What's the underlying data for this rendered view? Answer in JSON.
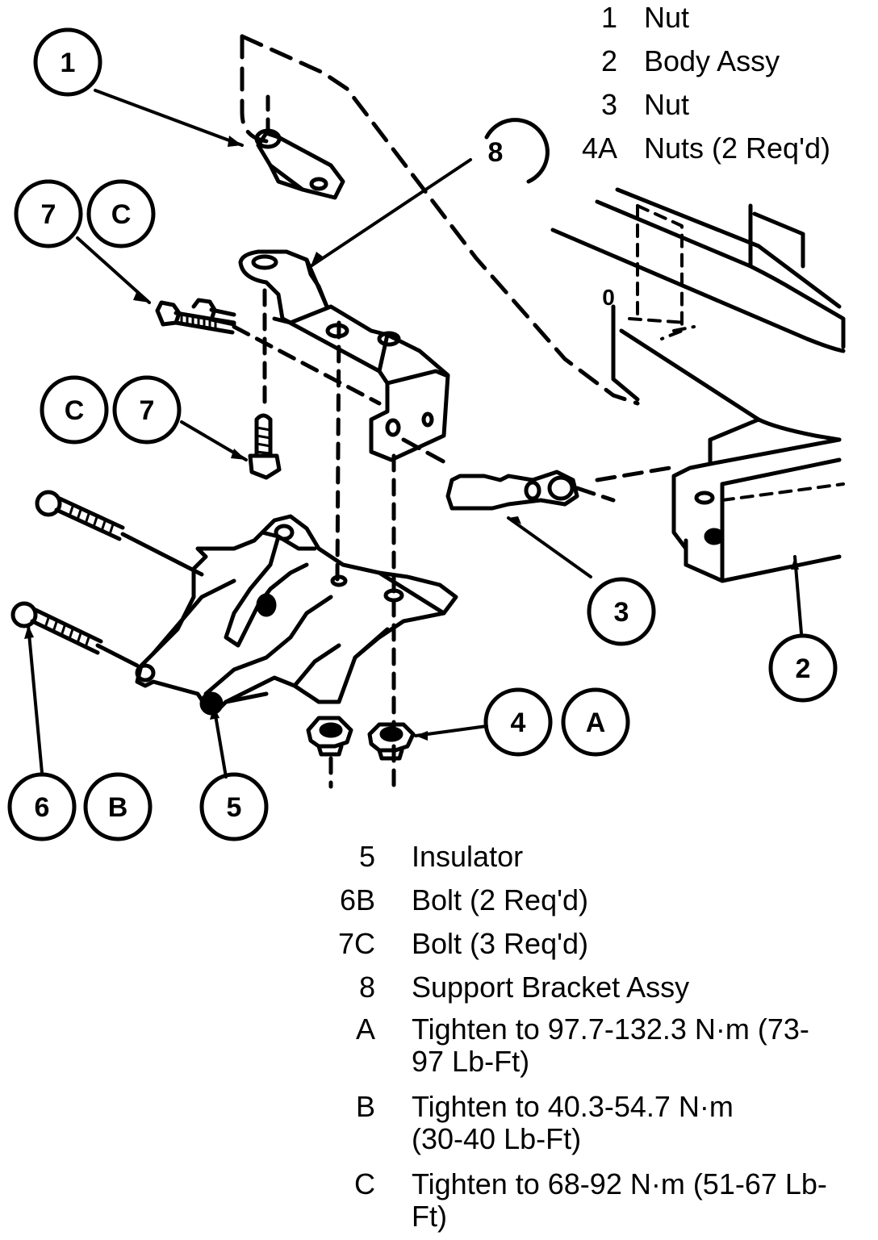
{
  "callouts": {
    "c1": "1",
    "c2": "2",
    "c3": "3",
    "c4": "4",
    "cA": "A",
    "c5": "5",
    "c6": "6",
    "cB": "B",
    "c7a": "7",
    "cCa": "C",
    "c7b": "7",
    "cCb": "C",
    "c8": "8",
    "part_mark": "0"
  },
  "legend_top": [
    {
      "key": "1",
      "desc": "Nut"
    },
    {
      "key": "2",
      "desc": "Body Assy"
    },
    {
      "key": "3",
      "desc": "Nut"
    },
    {
      "key": "4A",
      "desc": "Nuts (2 Req'd)"
    }
  ],
  "legend_bottom": [
    {
      "key": "5",
      "desc": "Insulator"
    },
    {
      "key": "6B",
      "desc": "Bolt (2 Req'd)"
    },
    {
      "key": "7C",
      "desc": "Bolt (3 Req'd)"
    },
    {
      "key": "8",
      "desc": "Support Bracket Assy"
    },
    {
      "key": "A",
      "desc": "Tighten to 97.7-132.3 N·m (73-97 Lb-Ft)"
    },
    {
      "key": "B",
      "desc": "Tighten to 40.3-54.7 N·m (30-40 Lb-Ft)"
    },
    {
      "key": "C",
      "desc": "Tighten to 68-92 N·m (51-67 Lb-Ft)"
    }
  ]
}
